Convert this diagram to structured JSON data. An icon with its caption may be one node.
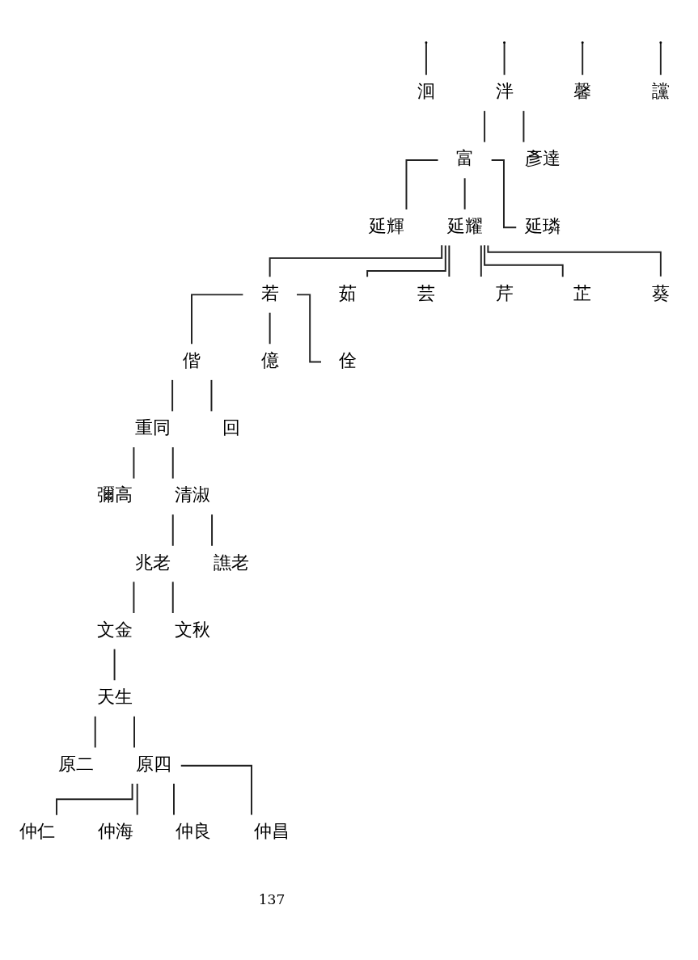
{
  "diagram": {
    "nodes": [
      {
        "text": [
          "洄"
        ]
      },
      {
        "text": [
          "泮"
        ]
      },
      {
        "text": [
          "馨"
        ]
      },
      {
        "text": [
          "讜"
        ]
      },
      {
        "text": [
          "富"
        ]
      },
      {
        "text": [
          "彥達"
        ]
      },
      {
        "text": [
          "延輝"
        ]
      },
      {
        "text": [
          "延耀"
        ]
      },
      {
        "text": [
          "延璘"
        ]
      },
      {
        "text": [
          "若"
        ]
      },
      {
        "text": [
          "茹"
        ]
      },
      {
        "text": [
          "芸"
        ]
      },
      {
        "text": [
          "芹"
        ]
      },
      {
        "text": [
          "芷"
        ]
      },
      {
        "text": [
          "葵"
        ]
      },
      {
        "text": [
          "偕"
        ]
      },
      {
        "text": [
          "億"
        ]
      },
      {
        "text": [
          "佺"
        ]
      },
      {
        "text": [
          "重同"
        ]
      },
      {
        "text": [
          "回"
        ]
      },
      {
        "text": [
          "彌高"
        ]
      },
      {
        "text": [
          "清淑"
        ]
      },
      {
        "text": [
          "兆老"
        ]
      },
      {
        "text": [
          "譙老"
        ]
      },
      {
        "text": [
          "文金"
        ]
      },
      {
        "text": [
          "文秋"
        ]
      },
      {
        "text": [
          "天生"
        ]
      },
      {
        "text": [
          "原二"
        ]
      },
      {
        "text": [
          "原四"
        ]
      },
      {
        "text": [
          "仲仁"
        ]
      },
      {
        "text": [
          "仲海"
        ]
      },
      {
        "text": [
          "仲良"
        ]
      },
      {
        "text": [
          "仲昌"
        ]
      }
    ],
    "edges": [
      {
        "from": null,
        "to": 0,
        "arrow": "none"
      },
      {
        "from": null,
        "to": 1,
        "arrow": "none"
      },
      {
        "from": null,
        "to": 2,
        "arrow": "none"
      },
      {
        "from": null,
        "to": 3,
        "arrow": "none"
      },
      {
        "from": 1,
        "to": 4,
        "arrow": "none"
      },
      {
        "from": 1,
        "to": 5,
        "arrow": "none"
      },
      {
        "from": 4,
        "to": 6,
        "arrow": "none"
      },
      {
        "from": 4,
        "to": 7,
        "arrow": "none"
      },
      {
        "from": 4,
        "to": 8,
        "arrow": "none"
      },
      {
        "from": 7,
        "to": 9,
        "arrow": "none"
      },
      {
        "from": 7,
        "to": 10,
        "arrow": "none"
      },
      {
        "from": 7,
        "to": 11,
        "arrow": "none"
      },
      {
        "from": 7,
        "to": 12,
        "arrow": "none"
      },
      {
        "from": 7,
        "to": 13,
        "arrow": "none"
      },
      {
        "from": 7,
        "to": 14,
        "arrow": "none"
      },
      {
        "from": 9,
        "to": 15,
        "arrow": "none"
      },
      {
        "from": 9,
        "to": 16,
        "arrow": "none"
      },
      {
        "from": 9,
        "to": 17,
        "arrow": "none"
      },
      {
        "from": 15,
        "to": 18,
        "arrow": "none"
      },
      {
        "from": 15,
        "to": 19,
        "arrow": "none"
      },
      {
        "from": 18,
        "to": 20,
        "arrow": "none"
      },
      {
        "from": 18,
        "to": 21,
        "arrow": "none"
      },
      {
        "from": 21,
        "to": 22,
        "arrow": "none"
      },
      {
        "from": 21,
        "to": 23,
        "arrow": "none"
      },
      {
        "from": 22,
        "to": 24,
        "arrow": "none"
      },
      {
        "from": 22,
        "to": 25,
        "arrow": "none"
      },
      {
        "from": 24,
        "to": 26,
        "arrow": "none"
      },
      {
        "from": 26,
        "to": 27,
        "arrow": "none"
      },
      {
        "from": 26,
        "to": 28,
        "arrow": "none"
      },
      {
        "from": 28,
        "to": 29,
        "arrow": "none"
      },
      {
        "from": 28,
        "to": 30,
        "arrow": "none"
      },
      {
        "from": 28,
        "to": 31,
        "arrow": "none"
      },
      {
        "from": 28,
        "to": 32,
        "arrow": "none"
      }
    ],
    "labels": [
      "137"
    ]
  }
}
